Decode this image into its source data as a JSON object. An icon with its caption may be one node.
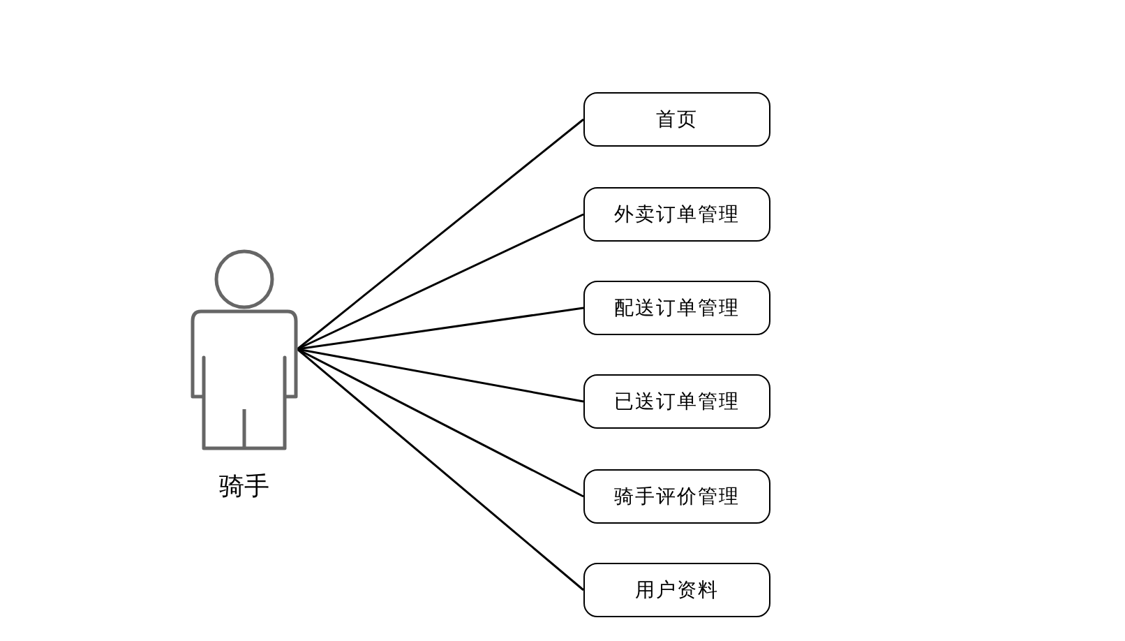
{
  "diagram": {
    "nodes": [
      {
        "text": [
          "骑手"
        ]
      },
      {
        "text": [
          "首页"
        ]
      },
      {
        "text": [
          "外卖订单管理"
        ]
      },
      {
        "text": [
          "配送订单管理"
        ]
      },
      {
        "text": [
          "已送订单管理"
        ]
      },
      {
        "text": [
          "骑手评价管理"
        ]
      },
      {
        "text": [
          "用户资料"
        ]
      }
    ],
    "edges": [
      {
        "from": 0,
        "to": 1,
        "arrow": "none"
      },
      {
        "from": 0,
        "to": 2,
        "arrow": "none"
      },
      {
        "from": 0,
        "to": 3,
        "arrow": "none"
      },
      {
        "from": 0,
        "to": 4,
        "arrow": "none"
      },
      {
        "from": 0,
        "to": 5,
        "arrow": "none"
      },
      {
        "from": 0,
        "to": 6,
        "arrow": "none"
      }
    ]
  }
}
